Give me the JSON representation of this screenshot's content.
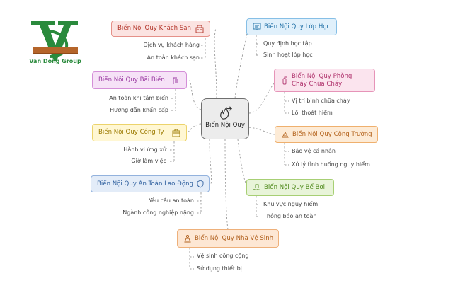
{
  "brand": {
    "logo_text": "Van Dong Group"
  },
  "colors": {
    "red": "#e59189",
    "blue": "#86bfe6",
    "purple": "#d48fd8",
    "pink": "#e694b8",
    "yellow": "#ecd36b",
    "orange": "#efb06e",
    "green": "#a7cf74",
    "sky": "#93b2dd",
    "peach": "#eeb07a",
    "logo_green": "#2a8a3c",
    "logo_brown": "#b5652a"
  },
  "center": {
    "label": "Biển Nội Quy",
    "icon": "fire-arrow-icon"
  },
  "branches": [
    {
      "key": "khach-san",
      "label": "Biển Nội Quy Khách Sạn",
      "icon": "hotel-icon",
      "items": [
        "Dịch vụ khách hàng",
        "An toàn khách sạn"
      ]
    },
    {
      "key": "lop-hoc",
      "label": "Biển Nội Quy Lớp Học",
      "icon": "classroom-icon",
      "items": [
        "Quy định học tập",
        "Sinh hoạt lớp học"
      ]
    },
    {
      "key": "bai-bien",
      "label": "Biển Nội Quy Bãi Biển",
      "icon": "beach-icon",
      "items": [
        "An toàn khi tắm biển",
        "Hướng dẫn khẩn cấp"
      ]
    },
    {
      "key": "pccc",
      "label": "Biển Nội Quy Phòng Cháy Chữa Cháy",
      "icon": "fire-extinguisher-icon",
      "items": [
        "Vị trí bình chữa cháy",
        "Lối thoát hiểm"
      ]
    },
    {
      "key": "cong-ty",
      "label": "Biển Nội Quy Công Ty",
      "icon": "office-icon",
      "items": [
        "Hành vi ứng xử",
        "Giờ làm việc"
      ]
    },
    {
      "key": "cong-truong",
      "label": "Biển Nội Quy Công Trường",
      "icon": "construction-icon",
      "items": [
        "Bảo vệ cá nhân",
        "Xử lý tình huống nguy hiểm"
      ]
    },
    {
      "key": "an-toan-lao-dong",
      "label": "Biển Nội Quy An Toàn Lao Động",
      "icon": "safety-icon",
      "items": [
        "Yêu cầu an toàn",
        "Ngành công nghiệp nặng"
      ]
    },
    {
      "key": "be-boi",
      "label": "Biển Nội Quy Bể Bơi",
      "icon": "pool-icon",
      "items": [
        "Khu vực nguy hiểm",
        "Thông báo an toàn"
      ]
    },
    {
      "key": "nha-ve-sinh",
      "label": "Biển Nội Quy Nhà Vệ Sinh",
      "icon": "restroom-icon",
      "items": [
        "Vệ sinh công cộng",
        "Sử dụng thiết bị"
      ]
    }
  ]
}
